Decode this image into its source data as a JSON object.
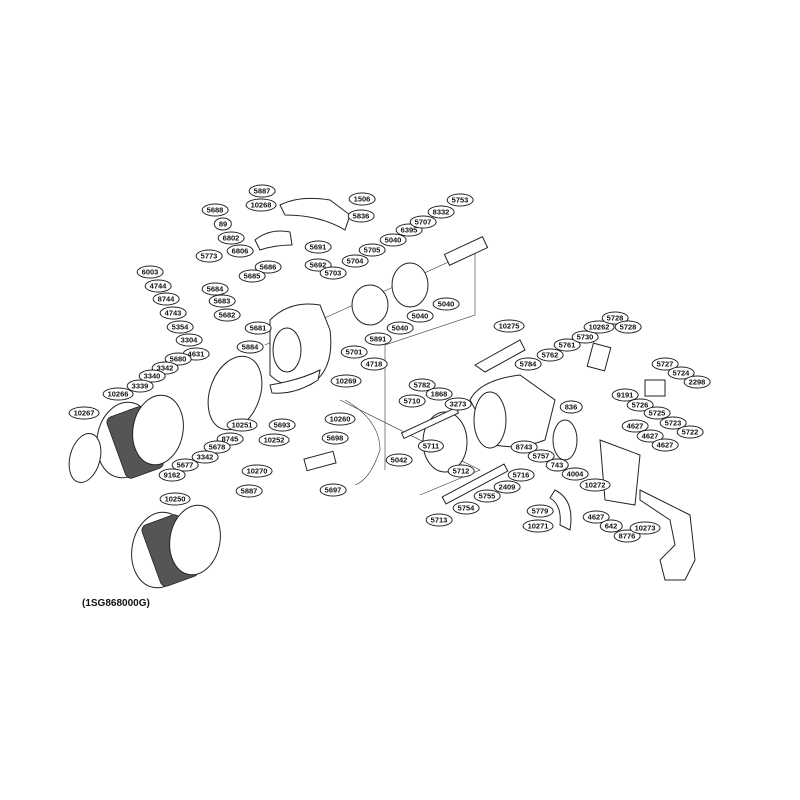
{
  "diagram": {
    "model_code": "(1SG868000G)",
    "parts": [
      "5887",
      "1506",
      "10268",
      "5688",
      "5836",
      "89",
      "6802",
      "5773",
      "6806",
      "5686",
      "5685",
      "5691",
      "5692",
      "5703",
      "5704",
      "6003",
      "4744",
      "5684",
      "8744",
      "5683",
      "4743",
      "5682",
      "5354",
      "5681",
      "3304",
      "4631",
      "5680",
      "5884",
      "3342",
      "3340",
      "3339",
      "10266",
      "10267",
      "10251",
      "8745",
      "5678",
      "10252",
      "5693",
      "3342",
      "5677",
      "9162",
      "10269",
      "10260",
      "5698",
      "10270",
      "5887",
      "5697",
      "10250",
      "5705",
      "5040",
      "6395",
      "5707",
      "8332",
      "5753",
      "5040",
      "5040",
      "5040",
      "5891",
      "5701",
      "4718",
      "10275",
      "5784",
      "5762",
      "5761",
      "5730",
      "10262",
      "5728",
      "5728",
      "5782",
      "1868",
      "3273",
      "5710",
      "836",
      "5727",
      "5724",
      "2298",
      "9191",
      "5726",
      "5725",
      "5723",
      "5722",
      "5711",
      "5042",
      "8743",
      "5757",
      "743",
      "4627",
      "4627",
      "4627",
      "5712",
      "5716",
      "4004",
      "10272",
      "2409",
      "5755",
      "5754",
      "5779",
      "5713",
      "4627",
      "642",
      "8776",
      "10271",
      "10273"
    ]
  }
}
